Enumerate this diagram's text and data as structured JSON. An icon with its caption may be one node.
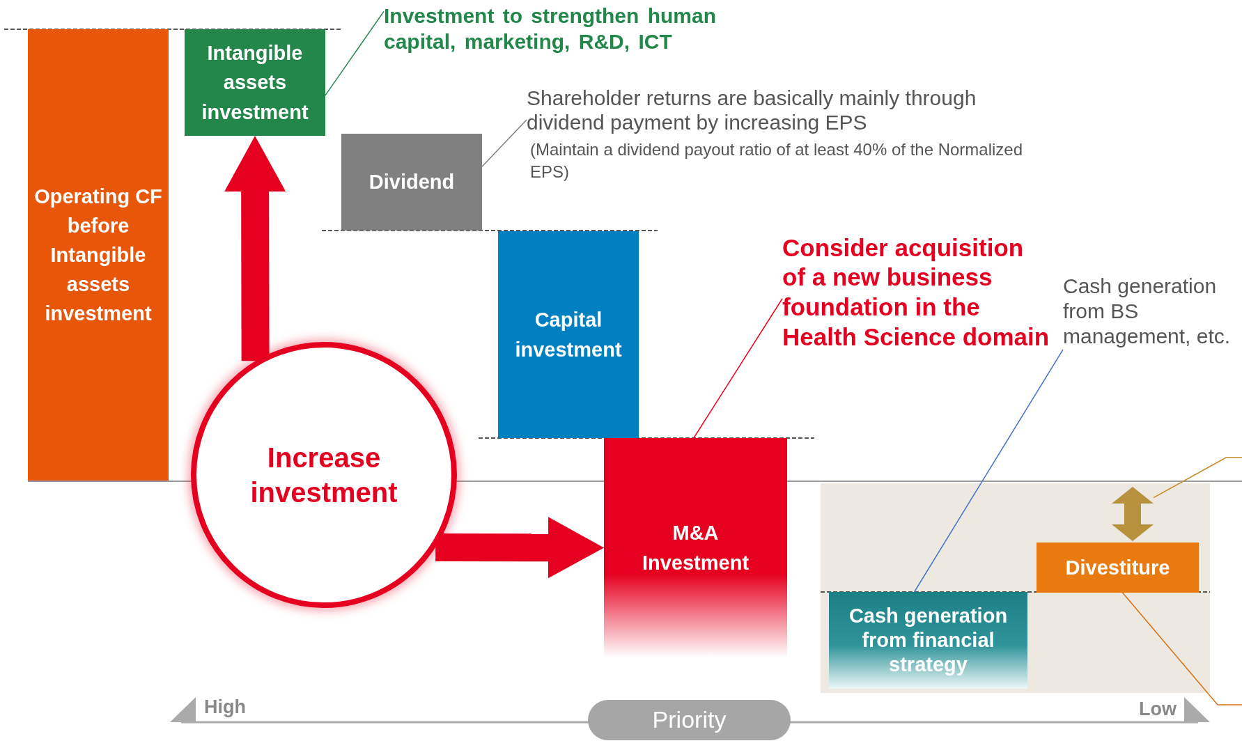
{
  "diagram": {
    "nodes": [
      {
        "text": [
          "Operating CF before Intangible assets investment"
        ]
      },
      {
        "text": [
          "Intangible assets investment"
        ]
      },
      {
        "text": [
          "Investment to strengthen human capital, marketing, R&D, ICT"
        ]
      },
      {
        "text": [
          "Dividend"
        ]
      },
      {
        "text": [
          "Shareholder returns are basically mainly through dividend payment by increasing EPS",
          "(Maintain a dividend payout ratio of at least 40% of the Normalized EPS)"
        ]
      },
      {
        "text": [
          "Capital investment"
        ]
      },
      {
        "text": [
          "Consider acquisition of a new business foundation in the Health Science domain"
        ]
      },
      {
        "text": [
          "Increase investment"
        ]
      },
      {
        "text": [
          "M&A Investment"
        ]
      },
      {
        "text": [
          "Cash generation from BS management, etc."
        ]
      },
      {
        "text": [],
        "shape": "arrow"
      },
      {
        "text": [
          "Divestiture"
        ]
      },
      {
        "text": [
          "Cash generation from financial strategy"
        ]
      },
      {
        "text": [
          "Priority"
        ]
      }
    ],
    "edges": [
      {
        "from": 1,
        "to": 2,
        "arrow": "none",
        "color": "#23874a"
      },
      {
        "from": 3,
        "to": 4,
        "arrow": "none",
        "color": "#808080"
      },
      {
        "from": 8,
        "to": 6,
        "arrow": "none",
        "color": "#e60020"
      },
      {
        "from": 7,
        "to": 1,
        "arrow": "to",
        "style": "thick",
        "color": "#e60020"
      },
      {
        "from": 7,
        "to": 8,
        "arrow": "to",
        "style": "thick",
        "color": "#e60020"
      },
      {
        "from": 9,
        "to": 12,
        "arrow": "none",
        "color": "#4472c4"
      },
      {
        "from": null,
        "to": 10,
        "arrow": "none",
        "color": "#c8861e"
      },
      {
        "from": 11,
        "to": null,
        "arrow": "none",
        "color": "#d87010"
      }
    ],
    "labels": [
      "High",
      "Low"
    ]
  }
}
